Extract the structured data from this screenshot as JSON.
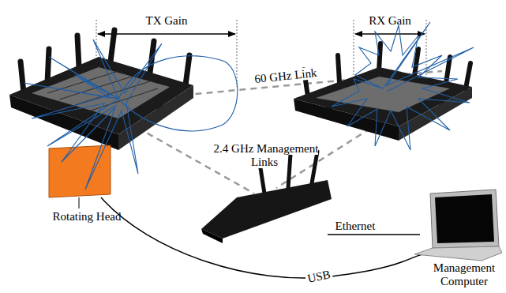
{
  "diagram": {
    "labels": [
      "TX Gain",
      "RX Gain",
      "60 GHz Link",
      "2.4 GHz Management Links",
      "Rotating Head",
      "Ethernet",
      "USB",
      "Management Computer"
    ]
  }
}
